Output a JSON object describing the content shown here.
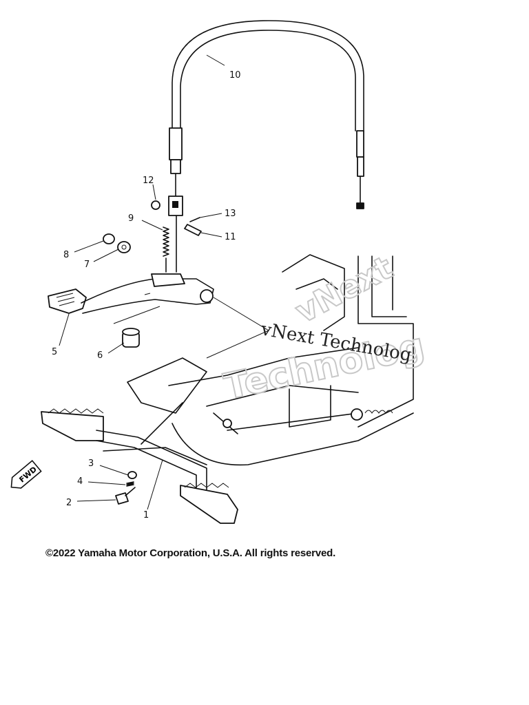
{
  "diagram": {
    "callouts": [
      "1",
      "2",
      "3",
      "4",
      "5",
      "6",
      "7",
      "8",
      "9",
      "10",
      "11",
      "12",
      "13"
    ],
    "fwd_badge": "FWD"
  },
  "watermark": {
    "line1": "vNext Technolog",
    "line2": "vNext",
    "line3": "Technolog"
  },
  "footer": {
    "copyright": "©2022 Yamaha Motor Corporation, U.S.A. All rights reserved."
  }
}
